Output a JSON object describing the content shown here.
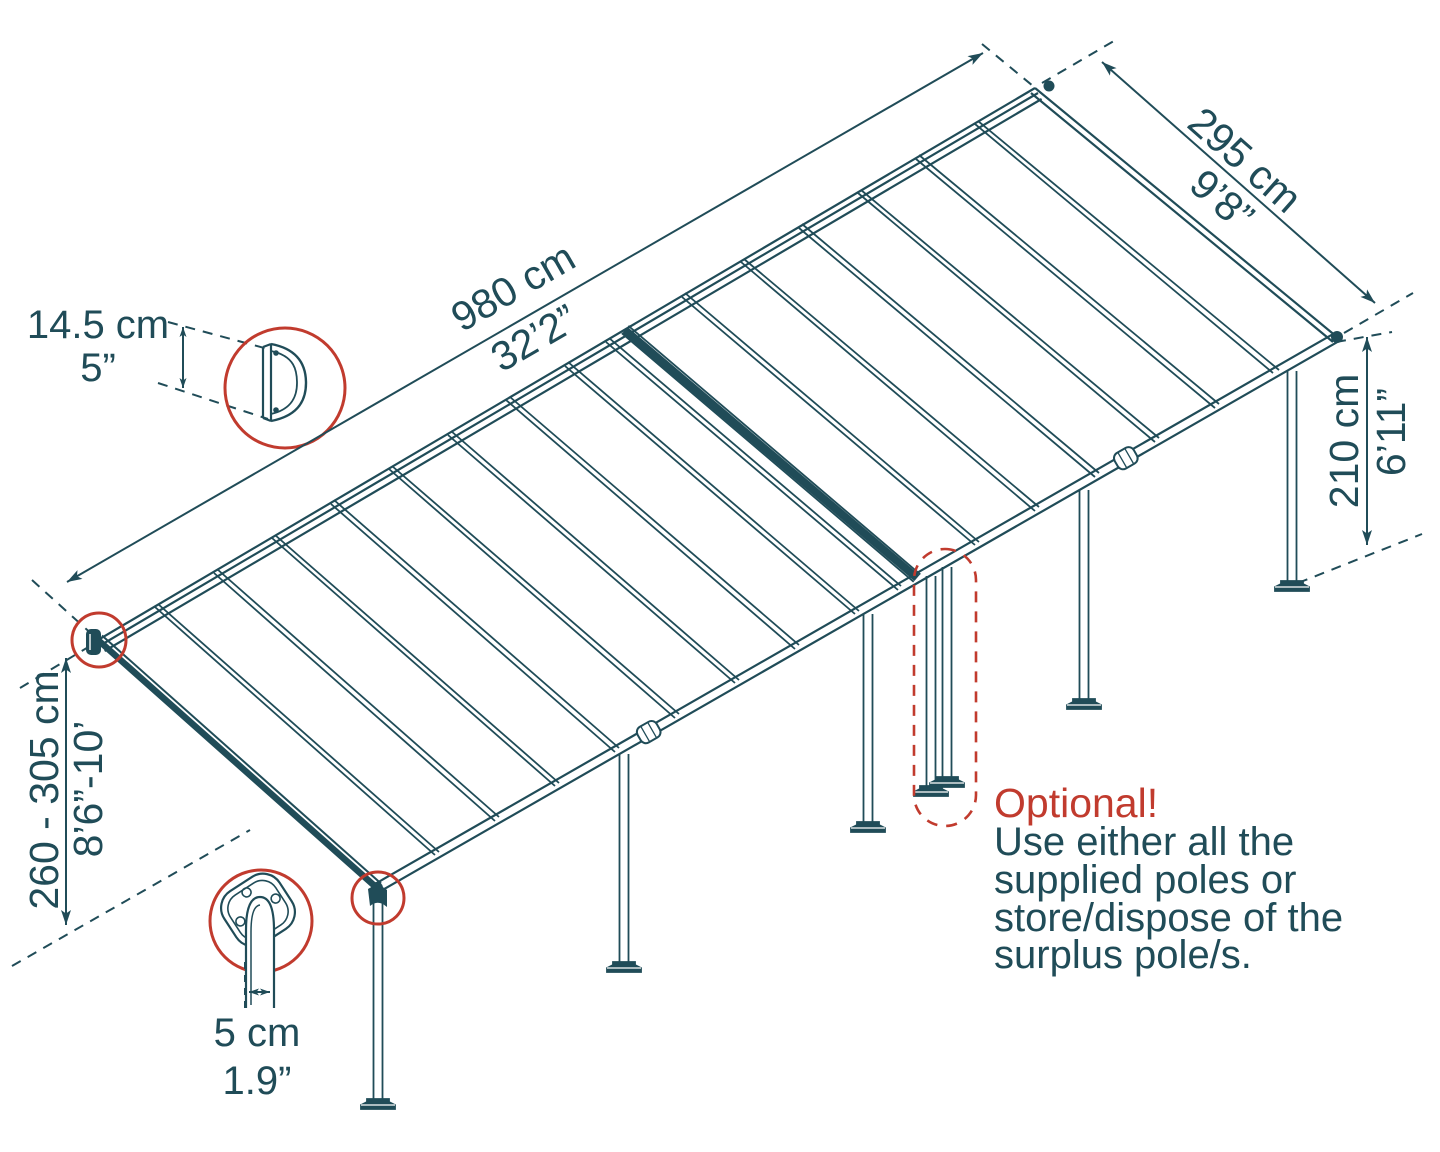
{
  "labels": {
    "length_cm": "980 cm",
    "length_imperial": "32’2”",
    "depth_cm": "295 cm",
    "depth_imperial": "9’8”",
    "post_height_cm": "210 cm",
    "post_height_imperial": "6’11”",
    "attach_height_cm": "260 - 305 cm",
    "attach_height_imperial": "8’6”-10’",
    "profile_height_cm": "14.5 cm",
    "profile_height_imperial": "5”",
    "pole_width_cm": "5 cm",
    "pole_width_imperial": "1.9”"
  },
  "note": {
    "title": "Optional!",
    "lines": [
      "Use either all the",
      "supplied poles or",
      "store/dispose of the",
      "surplus pole/s."
    ]
  },
  "colors": {
    "ink": "#204c58",
    "red": "#c13b2e"
  }
}
